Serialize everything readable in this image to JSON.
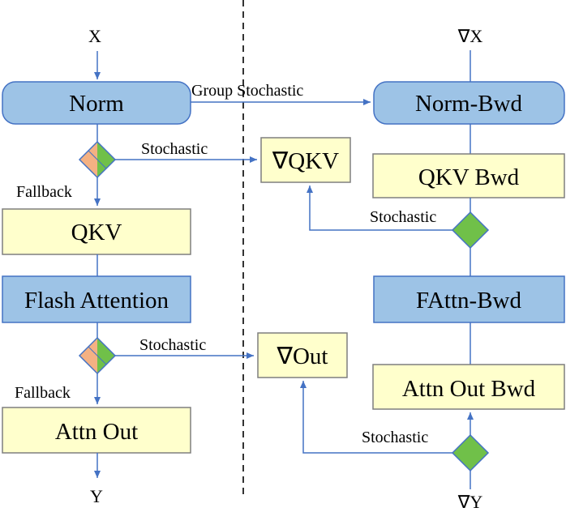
{
  "colors": {
    "blue_fill": "#9dc3e6",
    "blue_stroke": "#4472c4",
    "yellow_fill": "#ffffcc",
    "yellow_stroke": "#7f7f7f",
    "green": "#70c049",
    "orange": "#f4b183",
    "arrow": "#4472c4"
  },
  "forward": {
    "input": "X",
    "norm": "Norm",
    "fallback_1": "Fallback",
    "qkv": "QKV",
    "flash_attention": "Flash Attention",
    "fallback_2": "Fallback",
    "attn_out": "Attn Out",
    "output": "Y"
  },
  "links": {
    "group_stochastic": "Group Stochastic",
    "stochastic_qkv": "Stochastic",
    "stochastic_out": "Stochastic",
    "stochastic_bwd_qkv": "Stochastic",
    "stochastic_bwd_out": "Stochastic"
  },
  "stash": {
    "grad_qkv": "∇QKV",
    "grad_out": "∇Out"
  },
  "backward": {
    "grad_x": "∇X",
    "norm_bwd": "Norm-Bwd",
    "qkv_bwd": "QKV Bwd",
    "fattn_bwd": "FAttn-Bwd",
    "attn_out_bwd": "Attn Out Bwd",
    "grad_y": "∇Y"
  }
}
